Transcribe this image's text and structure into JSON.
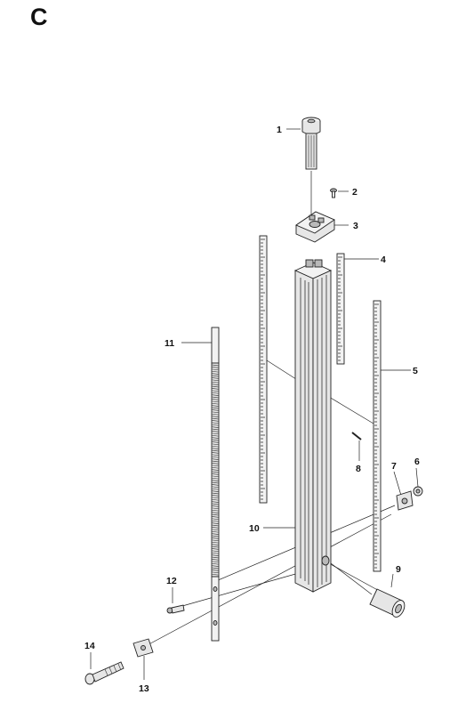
{
  "section": {
    "letter": "C"
  },
  "callouts": [
    {
      "id": "1",
      "label": "1"
    },
    {
      "id": "2",
      "label": "2"
    },
    {
      "id": "3",
      "label": "3"
    },
    {
      "id": "4",
      "label": "4"
    },
    {
      "id": "5",
      "label": "5"
    },
    {
      "id": "6",
      "label": "6"
    },
    {
      "id": "7",
      "label": "7"
    },
    {
      "id": "8",
      "label": "8"
    },
    {
      "id": "9",
      "label": "9"
    },
    {
      "id": "10",
      "label": "10"
    },
    {
      "id": "11",
      "label": "11"
    },
    {
      "id": "12",
      "label": "12"
    },
    {
      "id": "13",
      "label": "13"
    },
    {
      "id": "14",
      "label": "14"
    }
  ]
}
